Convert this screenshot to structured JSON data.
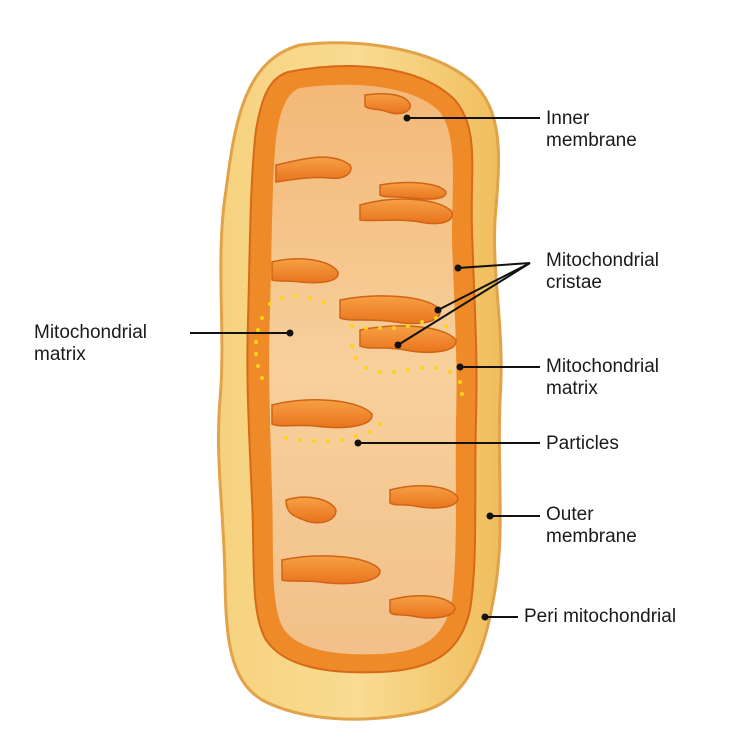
{
  "labels": {
    "inner_membrane": {
      "line1": "Inner",
      "line2": "membrane"
    },
    "cristae": {
      "line1": "Mitochondrial",
      "line2": "cristae"
    },
    "matrix_left": {
      "line1": "Mitochondrial",
      "line2": "matrix"
    },
    "matrix_right": {
      "line1": "Mitochondrial",
      "line2": "matrix"
    },
    "particles": {
      "line1": "Particles"
    },
    "outer_membrane": {
      "line1": "Outer",
      "line2": "membrane"
    },
    "peri": {
      "line1": "Peri mitochondrial"
    }
  },
  "colors": {
    "outer_membrane": "#f3c96b",
    "outer_membrane_edge": "#e7a845",
    "inner_membrane": "#f08a23",
    "inner_membrane_dark": "#d8691a",
    "matrix": "#f6c98a",
    "particles": "#ffd21a",
    "leader_line": "#111111"
  }
}
